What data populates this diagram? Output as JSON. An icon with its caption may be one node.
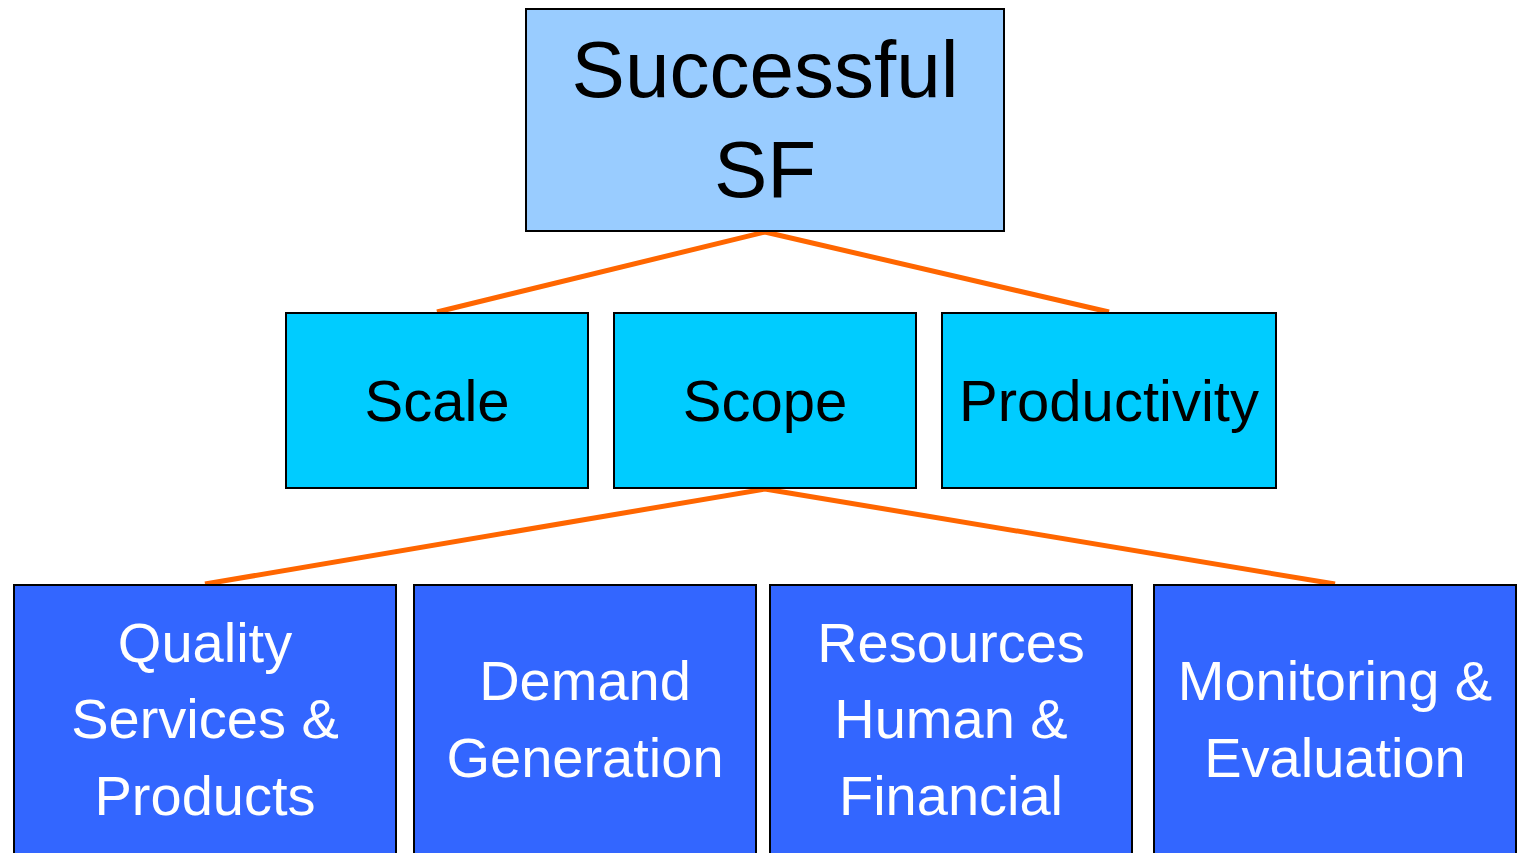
{
  "diagram": {
    "nodes": [
      {
        "text": [
          "Successful SF"
        ]
      },
      {
        "text": [
          "Scale"
        ]
      },
      {
        "text": [
          "Scope"
        ]
      },
      {
        "text": [
          "Productivity"
        ]
      },
      {
        "text": [
          "Quality Services & Products"
        ]
      },
      {
        "text": [
          "Demand Generation"
        ]
      },
      {
        "text": [
          "Resources Human & Financial"
        ]
      },
      {
        "text": [
          "Monitoring & Evaluation"
        ]
      }
    ],
    "edges": [
      {
        "from": 0,
        "to": 1,
        "arrow": "none"
      },
      {
        "from": 0,
        "to": 3,
        "arrow": "none"
      },
      {
        "from": 2,
        "to": 4,
        "arrow": "none"
      },
      {
        "from": 2,
        "to": 7,
        "arrow": "none"
      }
    ]
  }
}
